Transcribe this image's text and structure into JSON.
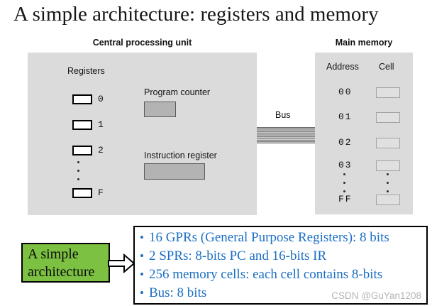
{
  "title": "A simple architecture: registers and memory",
  "cpu": {
    "label": "Central processing unit",
    "registers_label": "Registers",
    "registers": [
      "0",
      "1",
      "2",
      "F"
    ],
    "program_counter_label": "Program counter",
    "instruction_register_label": "Instruction register"
  },
  "bus": {
    "label": "Bus"
  },
  "memory": {
    "label": "Main memory",
    "address_header": "Address",
    "cell_header": "Cell",
    "addresses": [
      "00",
      "01",
      "02",
      "03",
      "FF"
    ]
  },
  "callout": {
    "line1": "A simple",
    "line2": "architecture"
  },
  "specs": {
    "bullet_char": "•",
    "items": [
      "16 GPRs (General Purpose Registers): 8 bits",
      "2 SPRs: 8-bits PC and 16-bits IR",
      "256 memory cells: each cell contains 8-bits",
      "Bus: 8 bits"
    ]
  },
  "watermark": "CSDN @GuYan1208",
  "icons": {
    "arrow": "block-arrow-right-icon",
    "ellipsis": "vertical-ellipsis"
  },
  "colors": {
    "callout_green": "#7cc142",
    "spec_text_blue": "#1b6fc4",
    "diagram_box_gray": "#dbdbdb",
    "register_fill_gray": "#b3b3b3",
    "memory_cell_gray": "#e0e0e0",
    "watermark_gray": "#b1b4b8"
  }
}
